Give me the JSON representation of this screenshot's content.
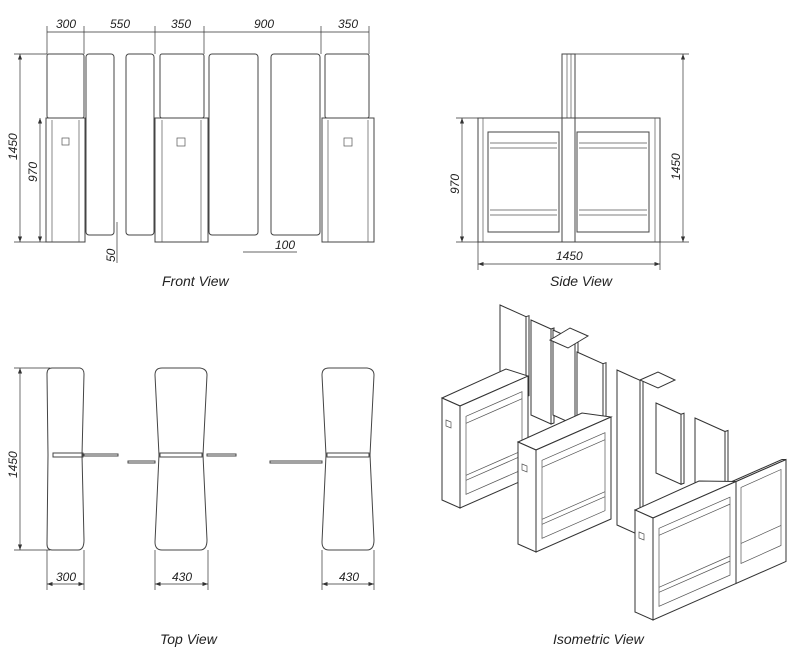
{
  "views": {
    "front": {
      "caption": "Front View",
      "dims": {
        "w1": "300",
        "w2": "550",
        "w3": "350",
        "w4": "900",
        "w5": "350",
        "h_total": "1450",
        "h_cabinet": "970",
        "gap_bottom": "50",
        "gap_panel": "100"
      }
    },
    "side": {
      "caption": "Side View",
      "dims": {
        "h_cabinet": "970",
        "h_total": "1450",
        "length": "1450"
      }
    },
    "top": {
      "caption": "Top View",
      "dims": {
        "h_total": "1450",
        "w1": "300",
        "w2": "430",
        "w3": "430"
      }
    },
    "isometric": {
      "caption": "Isometric View"
    }
  }
}
